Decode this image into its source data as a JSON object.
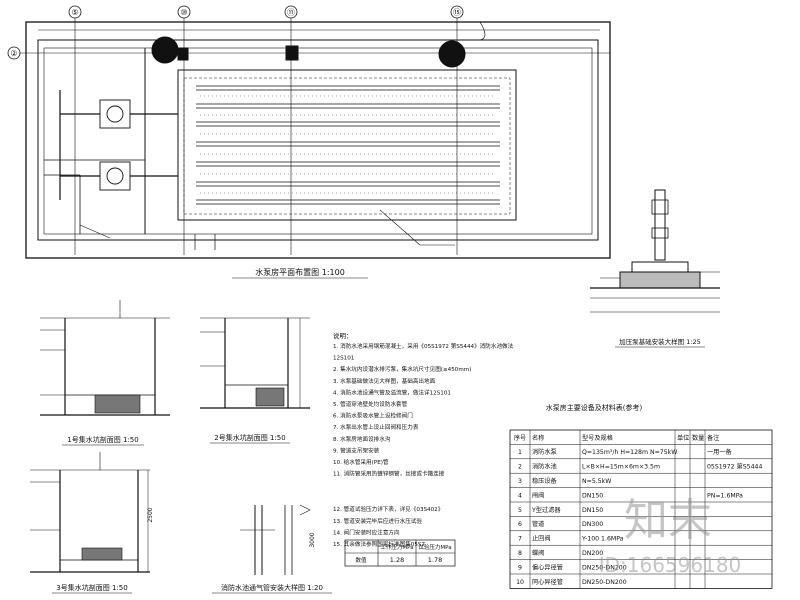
{
  "plan": {
    "axis_labels": [
      "⑤",
      "⑩",
      "⑪",
      "⑮",
      "②"
    ],
    "title": "水泵房平面布置图 1:100"
  },
  "details": {
    "detail_1_title": "1号集水坑剖面图 1:50",
    "detail_2_title": "2号集水坑剖面图 1:50",
    "detail_3_title": "3号集水坑剖面图 1:50",
    "detail_4_title": "消防水池通气管安装大样图 1:20",
    "pump_title": "加压泵基础安装大样图 1:25",
    "dims": [
      "2500",
      "3000"
    ]
  },
  "notes": {
    "heading": "说明：",
    "items": [
      "1. 消防水池采用钢筋混凝土，采用《05S1972 第S5444》消防水池做法",
      "   12S101",
      "2. 集水坑内设潜水排污泵，集水坑尺寸见图(≥450mm)",
      "3. 水泵基础做法见大样图，基础高出地面",
      "4. 消防水池设通气管及溢流管，做法详12S101",
      "5. 管道穿池壁处均设防水套管",
      "6. 消防水泵吸水管上设检修阀门",
      "7. 水泵出水管上设止回阀和压力表",
      "8. 水泵房地面设排水沟",
      "9. 管道支吊架安装",
      "10. 给水管采用(PE)管",
      "11. 消防管采用热镀锌钢管，丝接或卡箍连接",
      "12. 管道试验压力详下表，详见《03S402》",
      "13. 管道安装完毕后应进行水压试验",
      "14. 阀门安装时应注意方向",
      "15. 其余做法参照国家标准图集05S7"
    ],
    "pressure_table": {
      "headers": [
        "",
        "工作压力MPa",
        "试验压力MPa"
      ],
      "row_label": "数值",
      "values": [
        "1.28",
        "1.78"
      ]
    }
  },
  "equipment": {
    "title": "水泵房主要设备及材料表(参考)",
    "headers": [
      "序号",
      "名称",
      "型号及规格",
      "单位",
      "数量",
      "备注"
    ],
    "rows": [
      [
        "1",
        "消防水泵",
        "Q=135m³/h H=128m N=75kW",
        "",
        "",
        "一用一备"
      ],
      [
        "2",
        "消防水池",
        "L×B×H=15m×6m×3.5m",
        "",
        "",
        "05S1972 第S5444"
      ],
      [
        "3",
        "稳压设备",
        "N=5.5kW",
        "",
        "",
        ""
      ],
      [
        "4",
        "闸阀",
        "DN150",
        "",
        "",
        "PN=1.6MPa"
      ],
      [
        "5",
        "Y型过滤器",
        "DN150",
        "",
        "",
        ""
      ],
      [
        "6",
        "管道",
        "DN300",
        "",
        "",
        ""
      ],
      [
        "7",
        "止回阀",
        "Y-100 1.6MPa",
        "",
        "",
        ""
      ],
      [
        "8",
        "蝶阀",
        "DN200",
        "",
        "",
        ""
      ],
      [
        "9",
        "偏心异径管",
        "DN250-DN200",
        "",
        "",
        ""
      ],
      [
        "10",
        "同心异径管",
        "DN250-DN200",
        "",
        "",
        ""
      ]
    ]
  },
  "watermark": {
    "brand": "知末",
    "id": "ID:166596180"
  }
}
